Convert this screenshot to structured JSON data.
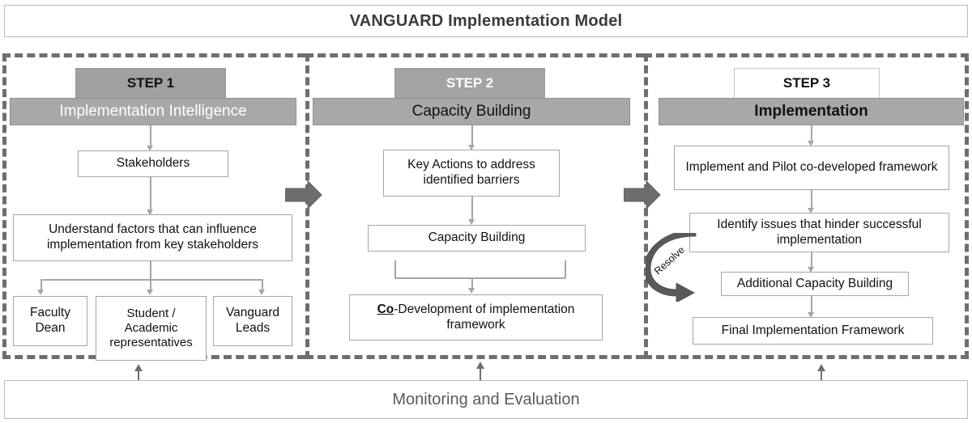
{
  "title": {
    "text": "VANGUARD Implementation Model"
  },
  "steps": [
    {
      "tab_label": "STEP 1",
      "band_label": "Implementation Intelligence",
      "boxes": [
        {
          "text": "Stakeholders"
        },
        {
          "text": "Understand factors that can influence implementation from key stakeholders"
        },
        {
          "text": "Faculty Dean"
        },
        {
          "text": "Student / Academic representatives"
        },
        {
          "text": "Vanguard Leads"
        }
      ]
    },
    {
      "tab_label": "STEP 2",
      "band_label": "Capacity Building",
      "boxes": [
        {
          "text": "Key Actions to address identified barriers"
        },
        {
          "text": "Capacity Building"
        },
        {
          "text_prefix_bold": "Co",
          "text": "-Development of implementation framework"
        }
      ]
    },
    {
      "tab_label": "STEP 3",
      "band_label": "Implementation",
      "boxes": [
        {
          "text": "Implement and Pilot co-developed framework"
        },
        {
          "text": "Identify issues that hinder successful implementation"
        },
        {
          "text": "Additional Capacity Building"
        },
        {
          "text": "Final Implementation Framework"
        }
      ],
      "loop_label": "Resolve"
    }
  ],
  "footer": {
    "text": "Monitoring and Evaluation"
  },
  "colors": {
    "band_gray": "#a8a8a8",
    "tab_gray": "#a0a0a0",
    "dashed_border": "#6e6e6e",
    "box_border": "#a6a6a6",
    "connector": "#a6a6a6",
    "block_arrow": "#6e6e6e",
    "title_text": "#3b3b3b",
    "footer_text": "#5a5a5a"
  },
  "icons": {
    "step_transition": "block-right-arrow",
    "loop": "curved-resolve-arrow",
    "monitoring_link": "up-arrow"
  }
}
